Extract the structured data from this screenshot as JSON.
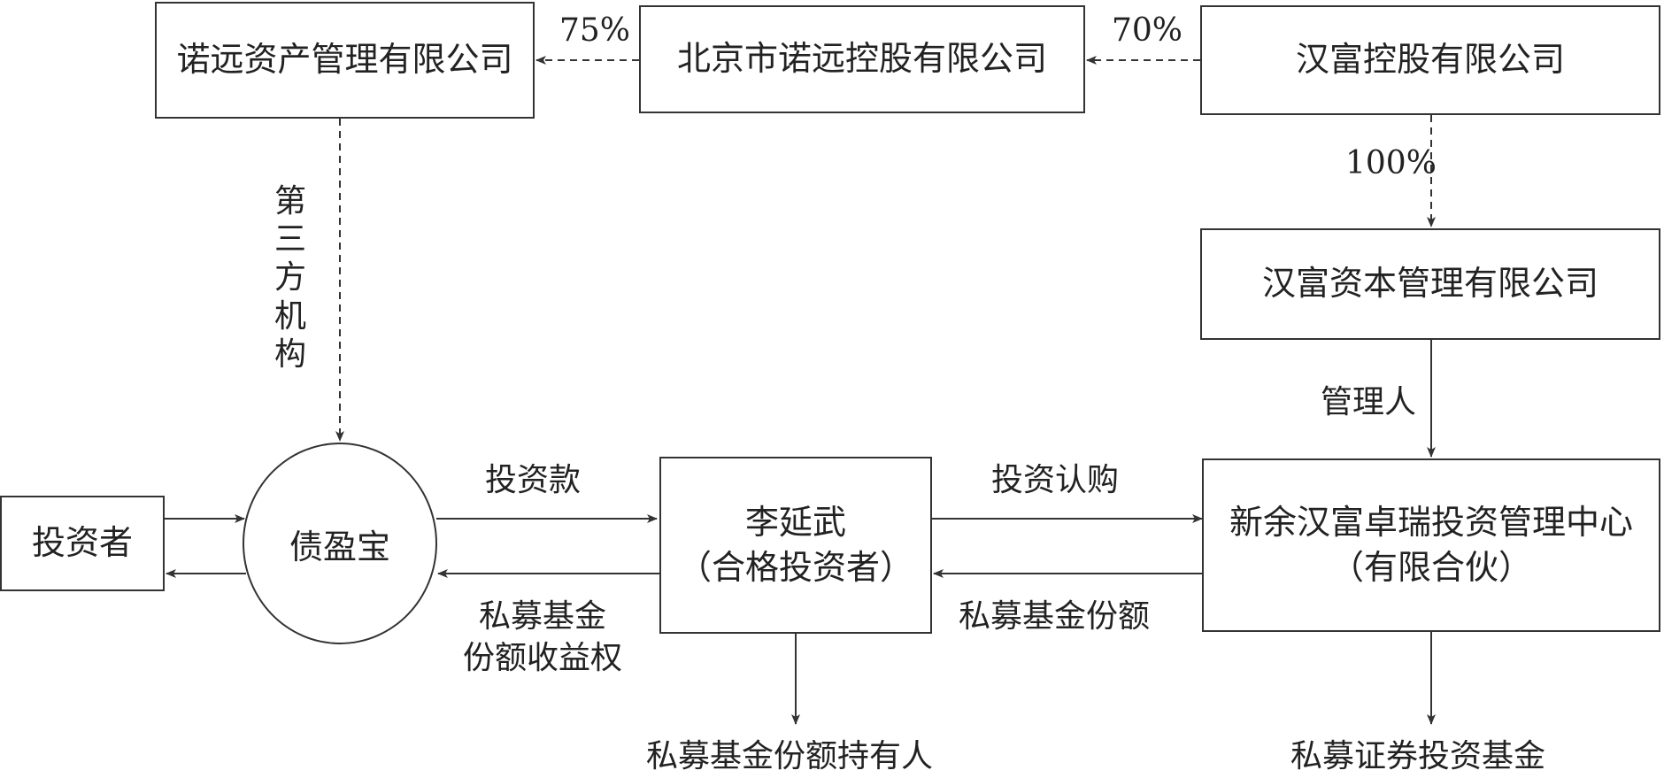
{
  "nodes": {
    "nuoyuan_asset": "诺远资产管理有限公司",
    "beijing_nuoyuan": "北京市诺远控股有限公司",
    "hanfu_holding": "汉富控股有限公司",
    "hanfu_capital": "汉富资本管理有限公司",
    "investor": "投资者",
    "zhaiyingbao": "债盈宝",
    "li_yanwu_line1": "李延武",
    "li_yanwu_line2": "（合格投资者）",
    "xinyu_line1": "新余汉富卓瑞投资管理中心",
    "xinyu_line2": "（有限合伙）"
  },
  "labels": {
    "pct_75": "75%",
    "pct_70": "70%",
    "pct_100": "100%",
    "third_party": [
      "第",
      "三",
      "方",
      "机",
      "构"
    ],
    "manager": "管理人",
    "investment_funds": "投资款",
    "investment_subscription": "投资认购",
    "fund_share_income_line1": "私募基金",
    "fund_share_income_line2": "份额收益权",
    "fund_share": "私募基金份额",
    "fund_share_holder": "私募基金份额持有人",
    "private_securities_fund": "私募证券投资基金"
  },
  "colors": {
    "line": "#333333"
  }
}
